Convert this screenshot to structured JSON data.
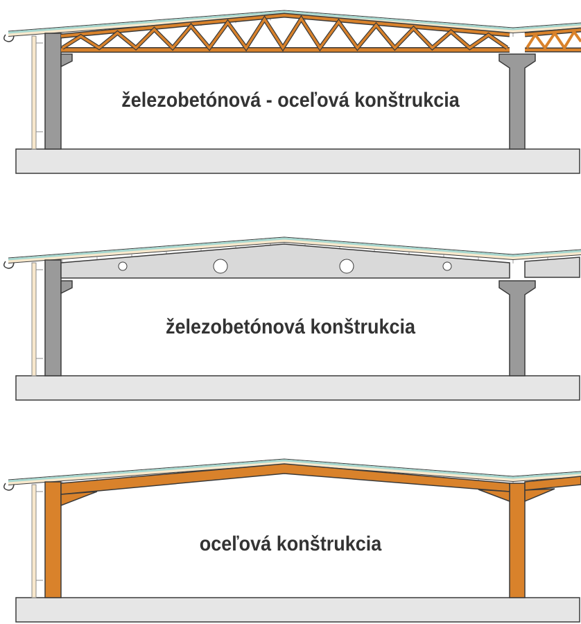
{
  "panels": [
    {
      "type": "truss",
      "label": "železobetónová - oceľová konštrukcia"
    },
    {
      "type": "concrete",
      "label": "železobetónová konštrukcia"
    },
    {
      "type": "steel",
      "label": "oceľová konštrukcia"
    }
  ],
  "colors": {
    "steel": "#d9822b",
    "concrete": "#9a9a9a",
    "beam": "#d9d9d9",
    "slab": "#e6e6e6",
    "roof": "#a8d8d0",
    "insulation": "#f8e8cc",
    "outline": "#3a3a3a"
  }
}
